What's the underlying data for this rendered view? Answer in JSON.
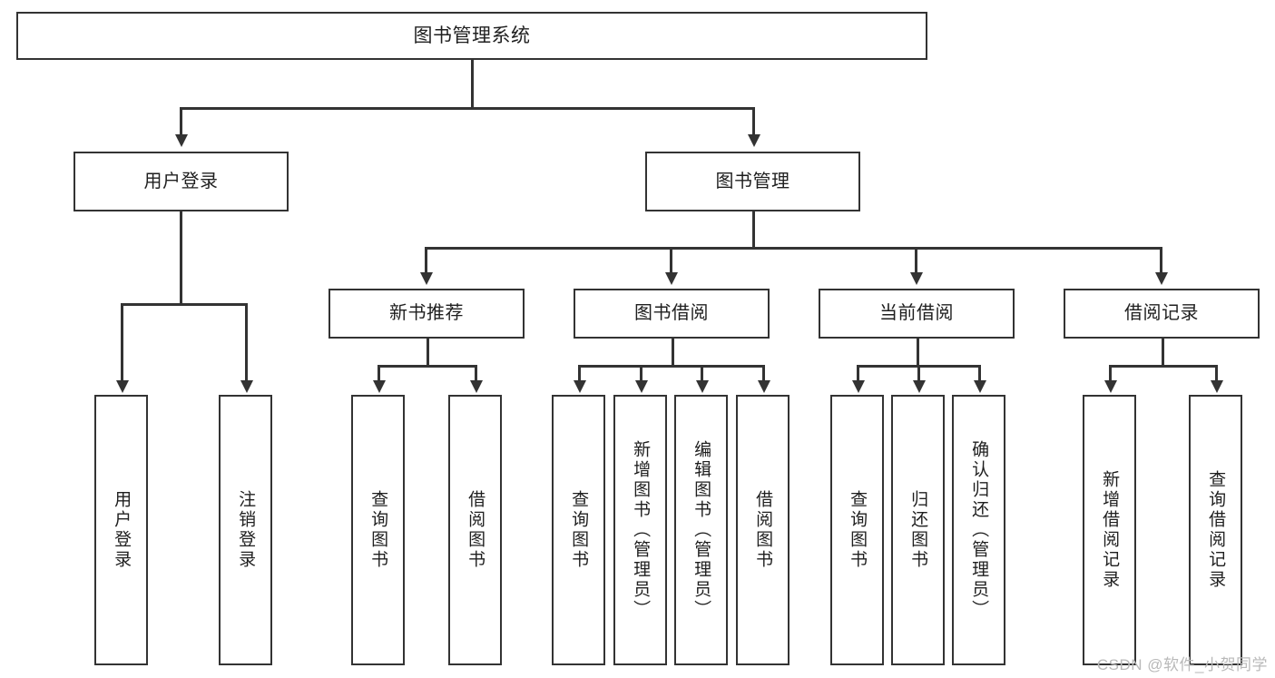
{
  "diagram": {
    "title": "图书管理系统",
    "type": "tree-structure-chart",
    "root": {
      "label": "图书管理系统"
    },
    "level2": [
      {
        "label": "用户登录"
      },
      {
        "label": "图书管理"
      }
    ],
    "level3": [
      {
        "label": "新书推荐"
      },
      {
        "label": "图书借阅"
      },
      {
        "label": "当前借阅"
      },
      {
        "label": "借阅记录"
      }
    ],
    "leaves": [
      {
        "label": "用户登录",
        "parent": "用户登录"
      },
      {
        "label": "注销登录",
        "parent": "用户登录"
      },
      {
        "label": "查询图书",
        "parent": "新书推荐"
      },
      {
        "label": "借阅图书",
        "parent": "新书推荐"
      },
      {
        "label": "查询图书",
        "parent": "图书借阅"
      },
      {
        "label": "新增图书（管理员）",
        "parent": "图书借阅"
      },
      {
        "label": "编辑图书（管理员）",
        "parent": "图书借阅"
      },
      {
        "label": "借阅图书",
        "parent": "图书借阅"
      },
      {
        "label": "查询图书",
        "parent": "当前借阅"
      },
      {
        "label": "归还图书",
        "parent": "当前借阅"
      },
      {
        "label": "确认归还（管理员）",
        "parent": "当前借阅"
      },
      {
        "label": "新增借阅记录",
        "parent": "借阅记录"
      },
      {
        "label": "查询借阅记录",
        "parent": "借阅记录"
      }
    ],
    "watermark": "CSDN @软件_小贺同学",
    "colors": {
      "stroke": "#333333",
      "fill": "#ffffff",
      "text": "#1f1f1f",
      "watermark": "#b9b9b9"
    }
  }
}
